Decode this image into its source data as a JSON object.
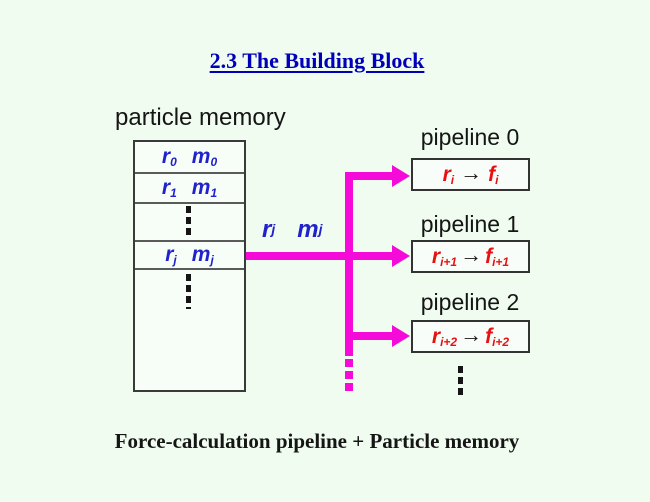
{
  "title": {
    "text": "2.3 The Building Block"
  },
  "memory": {
    "label": "particle memory",
    "rows": [
      {
        "r": "r",
        "r_sub": "0",
        "m": "m",
        "m_sub": "0"
      },
      {
        "r": "r",
        "r_sub": "1",
        "m": "m",
        "m_sub": "1"
      },
      {
        "r": "r",
        "r_sub": "j",
        "m": "m",
        "m_sub": "j"
      }
    ]
  },
  "bus": {
    "r": "r",
    "r_sub": "j",
    "m": "m",
    "m_sub": "j"
  },
  "pipelines": [
    {
      "label": "pipeline 0",
      "in": "r",
      "in_sub": "i",
      "out": "f",
      "out_sub": "i"
    },
    {
      "label": "pipeline 1",
      "in": "r",
      "in_sub": "i+1",
      "out": "f",
      "out_sub": "i+1"
    },
    {
      "label": "pipeline 2",
      "in": "r",
      "in_sub": "i+2",
      "out": "f",
      "out_sub": "i+2"
    }
  ],
  "symbols": {
    "maps_to_arrow": "→"
  },
  "caption": {
    "text": "Force-calculation pipeline + Particle memory"
  },
  "colors": {
    "background": "#f0fcf0",
    "title_blue": "#0000bb",
    "data_blue": "#2222cc",
    "result_red": "#e81111",
    "bus_magenta": "#f50ad9",
    "text_black": "#151515"
  }
}
